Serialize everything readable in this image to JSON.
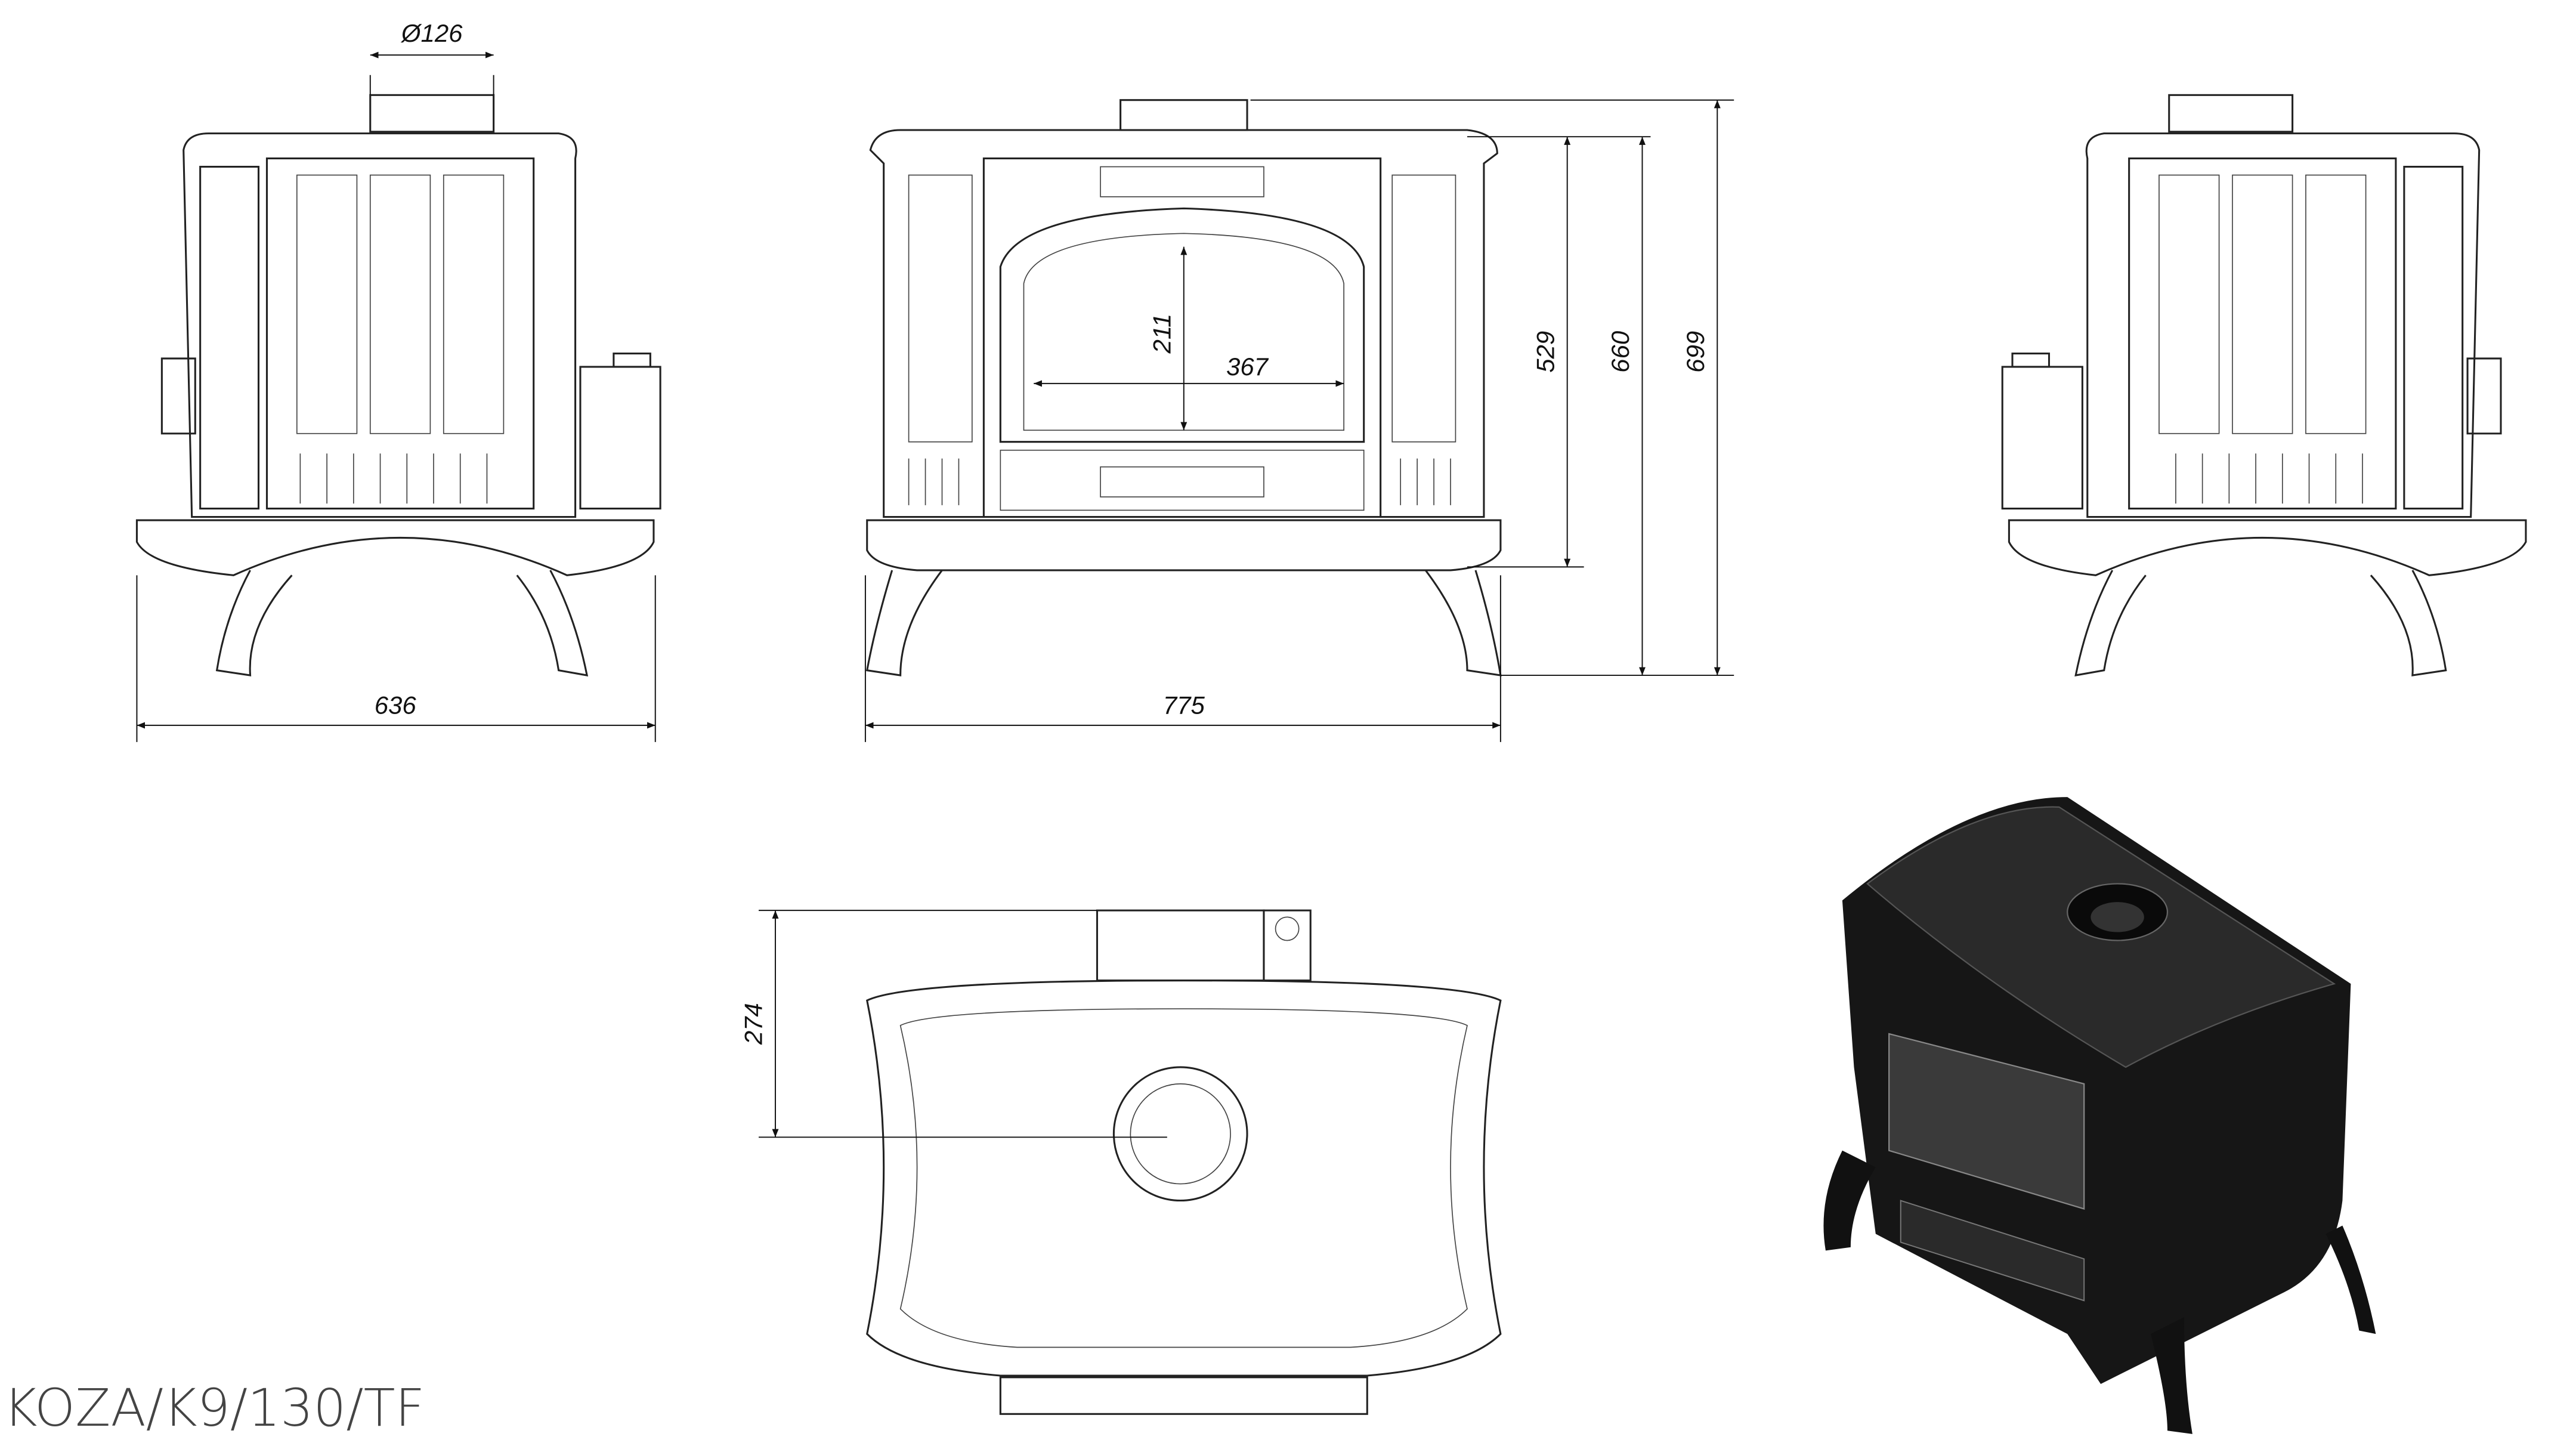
{
  "model_code": "KOZA/K9/130/TF",
  "dimensions": {
    "flue_diameter": "Ø126",
    "depth": "636",
    "width": "775",
    "height_to_top": "529",
    "height_body": "660",
    "height_total": "699",
    "window_height": "211",
    "window_width": "367",
    "flue_offset": "274"
  },
  "colors": {
    "line": "#222222",
    "render_body": "#161616",
    "title": "#444444"
  }
}
